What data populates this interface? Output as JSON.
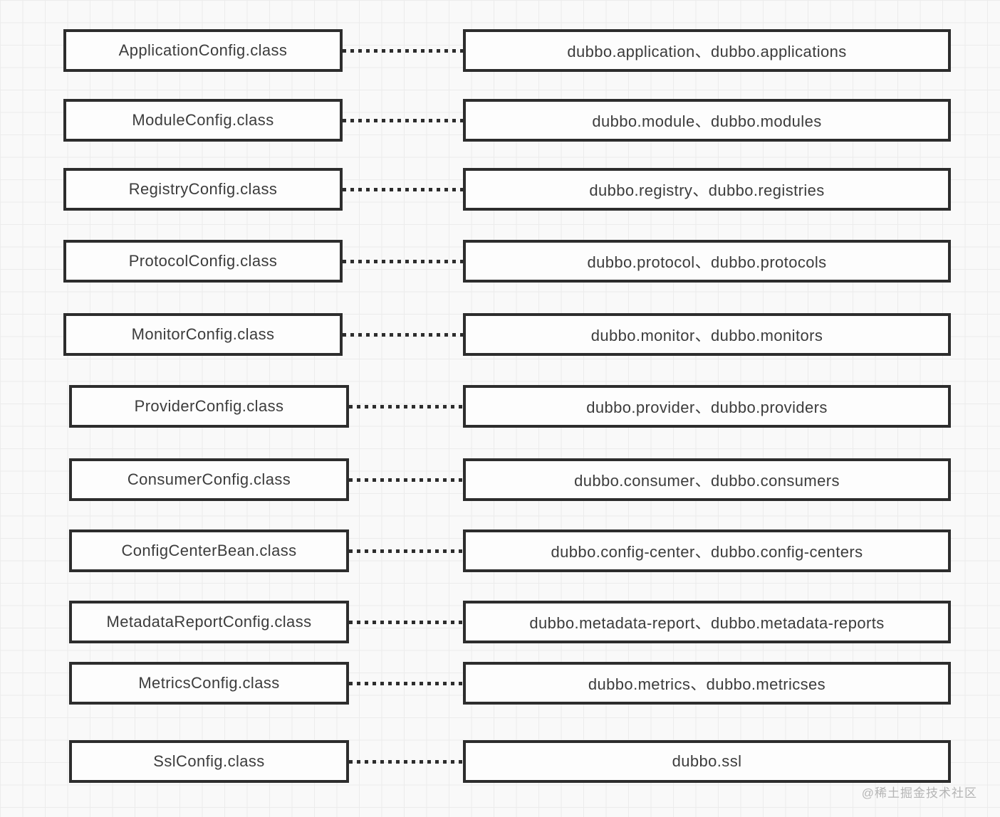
{
  "diagram": {
    "title_implied": "Dubbo config class to property prefix mapping",
    "rows": [
      {
        "class_name": "ApplicationConfig.class",
        "properties": "dubbo.application、dubbo.applications"
      },
      {
        "class_name": "ModuleConfig.class",
        "properties": "dubbo.module、dubbo.modules"
      },
      {
        "class_name": "RegistryConfig.class",
        "properties": "dubbo.registry、dubbo.registries"
      },
      {
        "class_name": "ProtocolConfig.class",
        "properties": "dubbo.protocol、dubbo.protocols"
      },
      {
        "class_name": "MonitorConfig.class",
        "properties": "dubbo.monitor、dubbo.monitors"
      },
      {
        "class_name": "ProviderConfig.class",
        "properties": "dubbo.provider、dubbo.providers"
      },
      {
        "class_name": "ConsumerConfig.class",
        "properties": "dubbo.consumer、dubbo.consumers"
      },
      {
        "class_name": "ConfigCenterBean.class",
        "properties": "dubbo.config-center、dubbo.config-centers"
      },
      {
        "class_name": "MetadataReportConfig.class",
        "properties": "dubbo.metadata-report、dubbo.metadata-reports"
      },
      {
        "class_name": "MetricsConfig.class",
        "properties": "dubbo.metrics、dubbo.metricses"
      },
      {
        "class_name": "SslConfig.class",
        "properties": "dubbo.ssl"
      }
    ],
    "watermark": "@稀土掘金技术社区",
    "colors": {
      "background": "#f9f9f9",
      "grid_line": "#ececec",
      "box_border": "#2d2d2d",
      "box_background": "#fdfdfd",
      "text": "#3c3c3c",
      "connector": "#2d2d2d",
      "watermark": "#b5b5b5"
    }
  }
}
